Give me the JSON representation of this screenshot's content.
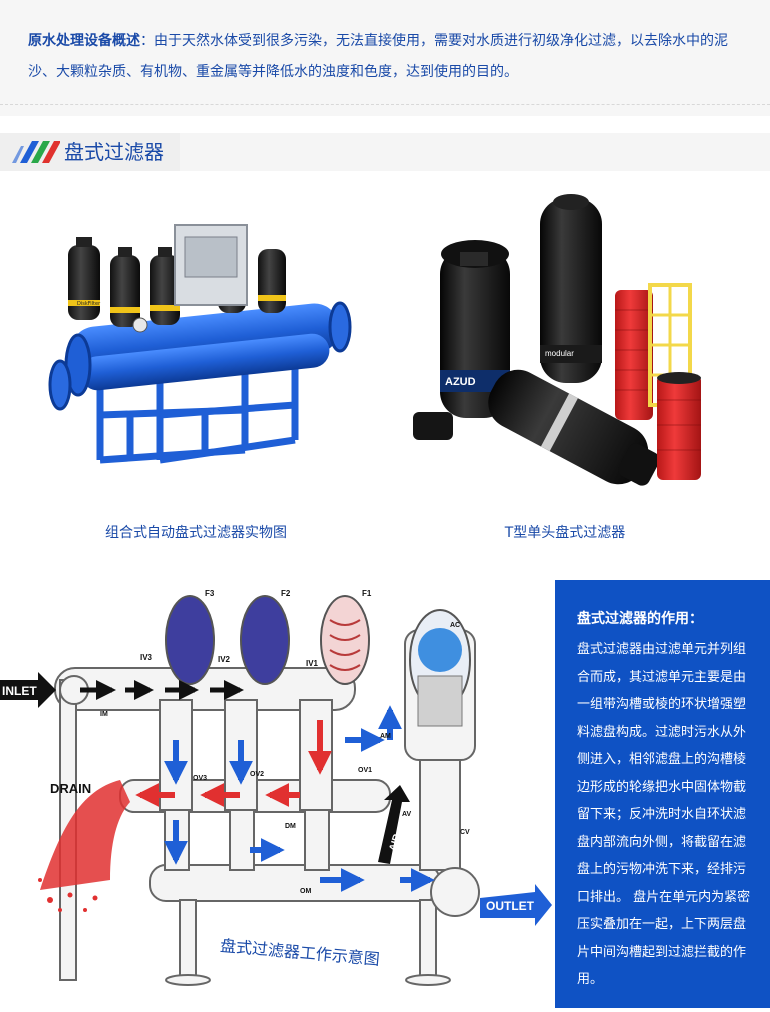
{
  "intro": {
    "label": "原水处理设备概述",
    "text": "：由于天然水体受到很多污染，无法直接使用，需要对水质进行初级净化过滤，以去除水中的泥沙、大颗粒杂质、有机物、重金属等并降低水的浊度和色度，达到使用的目的。"
  },
  "section": {
    "title": "盘式过滤器"
  },
  "photos": {
    "left_caption": "组合式自动盘式过滤器实物图",
    "right_caption": "T型单头盘式过滤器",
    "right_brand": "AZUD",
    "right_brand_sub": "modular",
    "left_brand": "DiskFilter"
  },
  "diagram": {
    "caption": "盘式过滤器工作示意图",
    "labels": {
      "inlet": "INLET",
      "outlet": "OUTLET",
      "drain": "DRAIN",
      "air": "AIR",
      "f1": "F1",
      "f2": "F2",
      "f3": "F3",
      "iv1": "IV1",
      "iv2": "IV2",
      "iv3": "IV3",
      "ov1": "OV1",
      "ov2": "OV2",
      "ov3": "OV3",
      "im": "IM",
      "dm": "DM",
      "om": "OM",
      "am": "AM",
      "av": "AV",
      "cv": "CV",
      "ac": "AC"
    }
  },
  "panel": {
    "title": "盘式过滤器的作用：",
    "body": "盘式过滤器由过滤单元并列组合而成，其过滤单元主要是由一组带沟槽或棱的环状增强塑料滤盘构成。过滤时污水从外侧进入，相邻滤盘上的沟槽棱边形成的轮缘把水中固体物截留下来；反冲洗时水自环状滤盘内部流向外侧，将截留在滤盘上的污物冲洗下来，经排污口排出。 盘片在单元内为紧密压实叠加在一起，上下两层盘片中间沟槽起到过滤拦截的作用。"
  },
  "colors": {
    "brand_blue": "#1a4aa8",
    "panel_blue": "#0f52c4",
    "filter_blue": "#1f5fd6",
    "filter_red": "#e13030",
    "stripe_blue": "#1f5fd6",
    "stripe_green": "#2aa84a",
    "stripe_red": "#e0322e"
  }
}
